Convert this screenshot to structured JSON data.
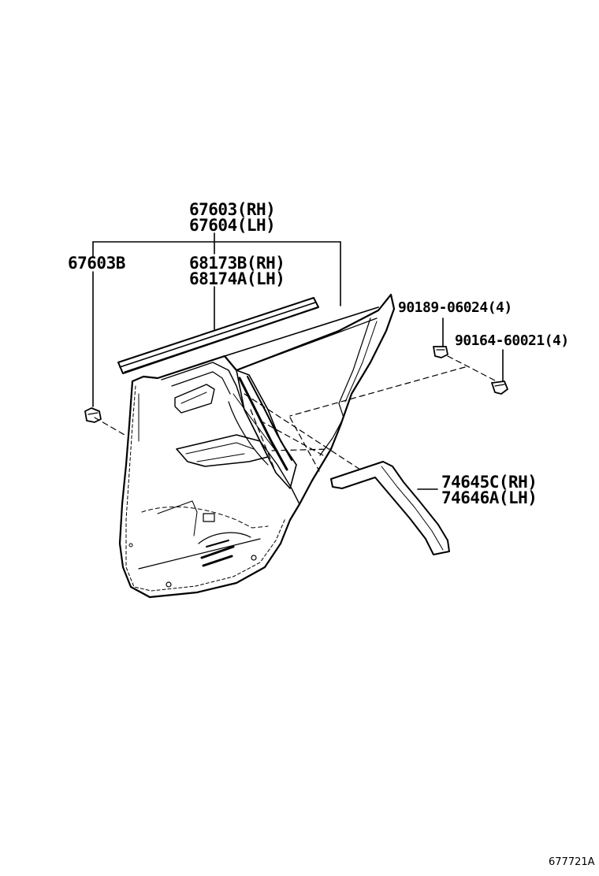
{
  "parts": {
    "panel_rh": "67603(RH)",
    "panel_lh": "67604(LH)",
    "clip": "67603B",
    "weatherstrip_rh": "68173B(RH)",
    "weatherstrip_lh": "68174A(LH)",
    "screw": "90189-06024(4)",
    "bolt": "90164-60021(4)",
    "molding_rh": "74645C(RH)",
    "molding_lh": "74646A(LH)"
  },
  "diagram_id": "677721A",
  "colors": {
    "ink": "#000000",
    "paper": "#ffffff"
  }
}
